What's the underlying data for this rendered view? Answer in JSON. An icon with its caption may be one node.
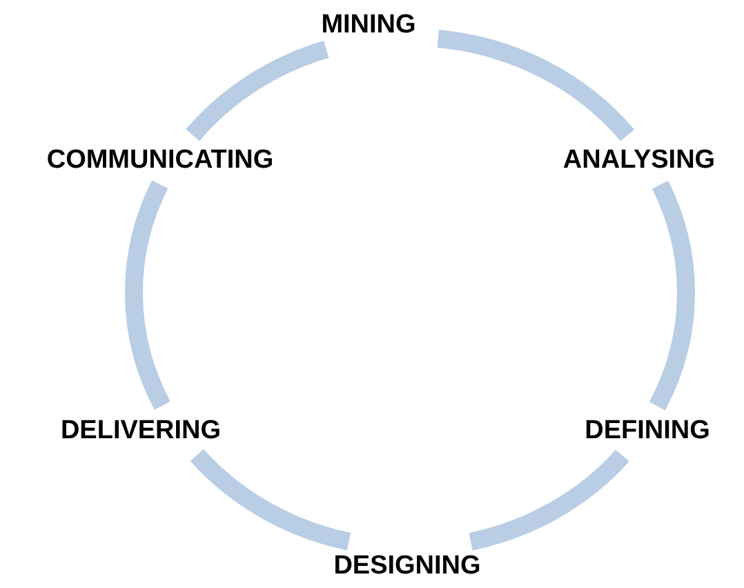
{
  "diagram": {
    "nodes": [
      {
        "text": [
          "MINING"
        ]
      },
      {
        "text": [
          "ANALYSING"
        ]
      },
      {
        "text": [
          "DEFINING"
        ]
      },
      {
        "text": [
          "DESIGNING"
        ]
      },
      {
        "text": [
          "DELIVERING"
        ]
      },
      {
        "text": [
          "COMMUNICATING"
        ]
      }
    ],
    "edges": [
      {
        "from": 0,
        "to": 1,
        "arrow": "none"
      },
      {
        "from": 1,
        "to": 2,
        "arrow": "none"
      },
      {
        "from": 2,
        "to": 3,
        "arrow": "none"
      },
      {
        "from": 3,
        "to": 4,
        "arrow": "none"
      },
      {
        "from": 4,
        "to": 5,
        "arrow": "none"
      },
      {
        "from": 5,
        "to": 0,
        "arrow": "none"
      }
    ]
  }
}
